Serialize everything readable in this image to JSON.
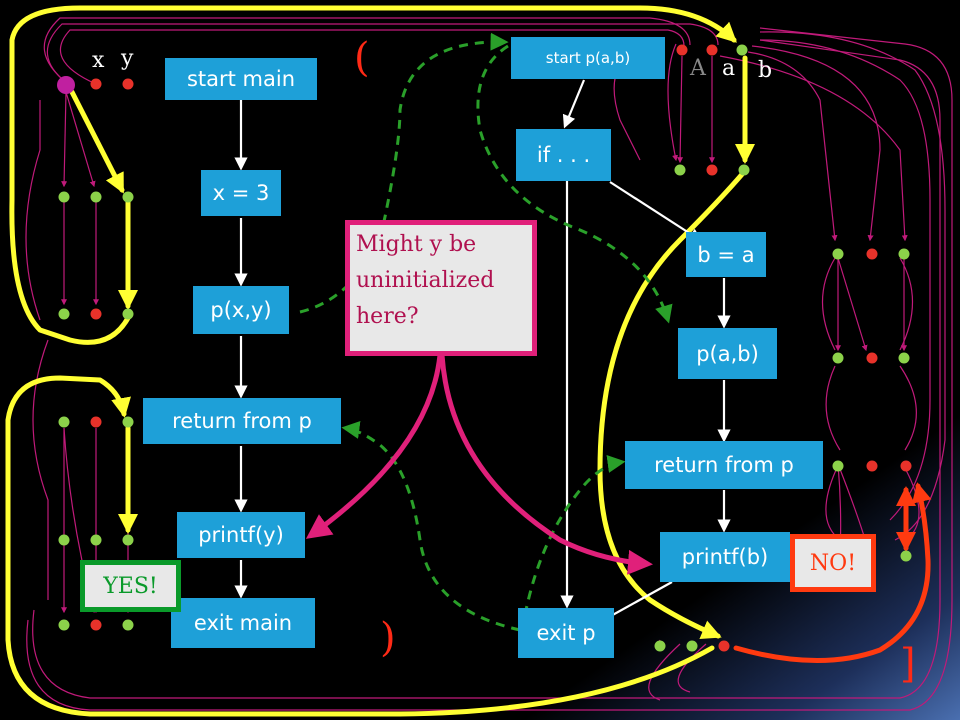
{
  "main": {
    "vars": [
      "x",
      "y"
    ],
    "nodes": [
      "start main",
      "x = 3",
      "p(x,y)",
      "return from p",
      "printf(y)",
      "exit main"
    ]
  },
  "proc": {
    "vars": [
      "A",
      "a",
      "b"
    ],
    "nodes": [
      "start p(a,b)",
      "if . . .",
      "b = a",
      "p(a,b)",
      "return from p",
      "printf(b)",
      "exit p"
    ]
  },
  "brackets": {
    "open_paren": "(",
    "close_paren": ")",
    "close_square": "]"
  },
  "callout": "Might y be\nuninitialized\nhere?",
  "answers": {
    "yes": "YES!",
    "no": "NO!"
  },
  "colors": {
    "node_fill": "#1ea0d8",
    "highlight_path": "#ffff33",
    "call_return_edge": "#2aa02a",
    "callout_border": "#e0207a",
    "yes_border": "#0a9a2a",
    "no_border": "#ff3a10",
    "fact_dot_reachable": "#8cd24a",
    "fact_dot_unreachable": "#e8322a",
    "summary_edge": "#c01a7a"
  }
}
